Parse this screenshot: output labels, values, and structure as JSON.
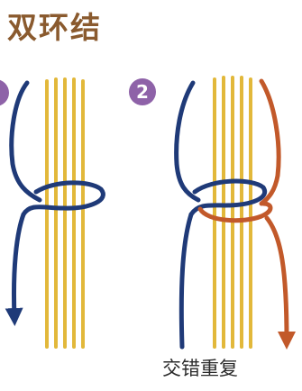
{
  "title": "双环结",
  "step_badge": "2",
  "caption": "交错重复",
  "colors": {
    "title": "#8a5a2e",
    "cord_navy": "#1f3a78",
    "cord_orange": "#c2592a",
    "strand_yellow": "#e2b83a",
    "badge_purple": "#8e62a8"
  }
}
